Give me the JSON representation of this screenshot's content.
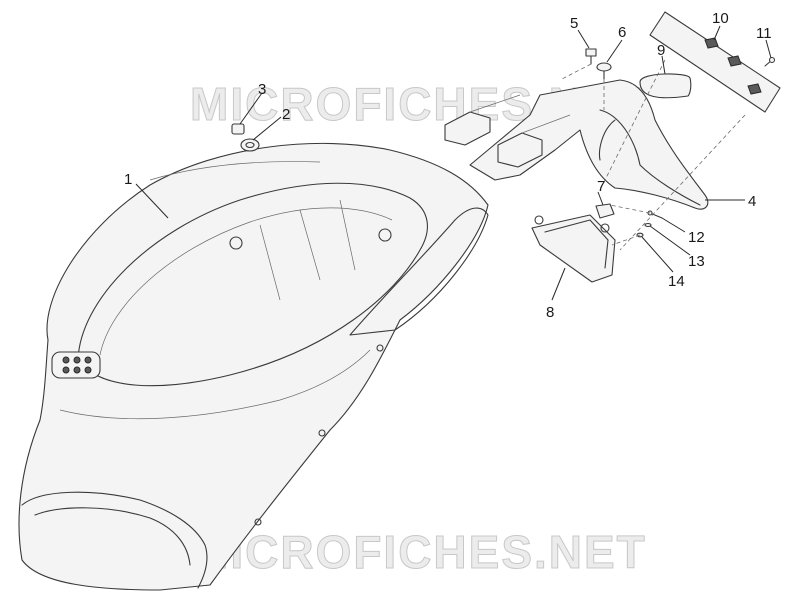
{
  "watermarks": [
    "MICROFICHES.NET",
    "MICROFICHES.NET"
  ],
  "callouts": [
    {
      "id": "1",
      "label": "1"
    },
    {
      "id": "2",
      "label": "2"
    },
    {
      "id": "3",
      "label": "3"
    },
    {
      "id": "4",
      "label": "4"
    },
    {
      "id": "5",
      "label": "5"
    },
    {
      "id": "6",
      "label": "6"
    },
    {
      "id": "7",
      "label": "7"
    },
    {
      "id": "8",
      "label": "8"
    },
    {
      "id": "9",
      "label": "9"
    },
    {
      "id": "10",
      "label": "10"
    },
    {
      "id": "11",
      "label": "11"
    },
    {
      "id": "12",
      "label": "12"
    },
    {
      "id": "13",
      "label": "13"
    },
    {
      "id": "14",
      "label": "14"
    }
  ]
}
